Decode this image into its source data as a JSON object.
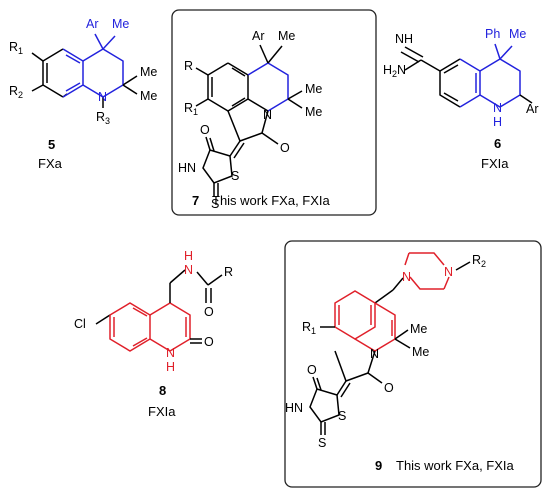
{
  "compounds": {
    "c5": {
      "number": "5",
      "activity": "FXa",
      "atoms": {
        "ar": "Ar",
        "me1": "Me",
        "r1": "R",
        "r1sub": "1",
        "r2": "R",
        "r2sub": "2",
        "me2": "Me",
        "me3": "Me",
        "n": "N",
        "r3": "R",
        "r3sub": "3"
      }
    },
    "c7": {
      "number": "7",
      "caption": "This work FXa, FXIa",
      "atoms": {
        "ar": "Ar",
        "me1": "Me",
        "r": "R",
        "r1": "R",
        "r1sub": "1",
        "me2": "Me",
        "me3": "Me",
        "n": "N",
        "o1": "O",
        "o2": "O",
        "hn": "HN",
        "s1": "S",
        "s2": "S"
      }
    },
    "c6": {
      "number": "6",
      "activity": "FXIa",
      "atoms": {
        "nh": "NH",
        "h2n": "H",
        "h2sub": "2",
        "n": "N",
        "ph": "Ph",
        "me": "Me",
        "nh2": "N",
        "h": "H",
        "ar": "Ar"
      }
    },
    "c8": {
      "number": "8",
      "activity": "FXIa",
      "atoms": {
        "cl": "Cl",
        "h": "H",
        "n": "N",
        "r": "R",
        "o1": "O",
        "o2": "O",
        "n2": "N",
        "h2": "H"
      }
    },
    "c9": {
      "number": "9",
      "caption": "This work FXa, FXIa",
      "atoms": {
        "n1": "N",
        "n2": "N",
        "r2": "R",
        "r2sub": "2",
        "r1": "R",
        "r1sub": "1",
        "me1": "Me",
        "me2": "Me",
        "n3": "N",
        "o1": "O",
        "o2": "O",
        "hn": "HN",
        "s1": "S",
        "s2": "S"
      }
    }
  },
  "colors": {
    "highlight_blue": "#2222dd",
    "highlight_red": "#e0202a",
    "bond_black": "#000000"
  }
}
